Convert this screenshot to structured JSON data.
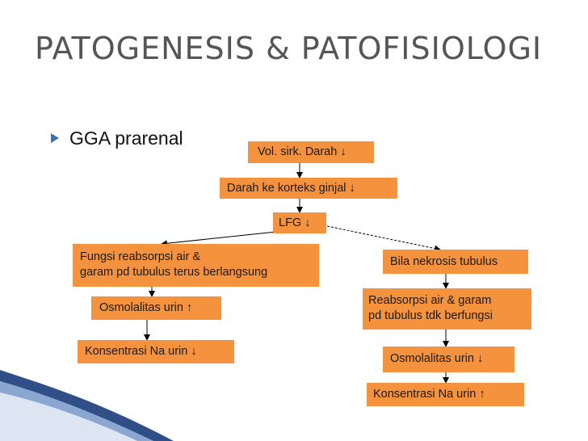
{
  "slide": {
    "title": "PATOGENESIS & PATOFISIOLOGI",
    "bullet_text": "GGA prarenal"
  },
  "nodes": {
    "vol_sirk": "Vol. sirk. Darah ↓",
    "darah_korteks": "Darah ke korteks ginjal ↓",
    "lfg": "LFG ↓",
    "fungsi_reabsorpsi_line1": "Fungsi reabsorpsi air &",
    "fungsi_reabsorpsi_line2": "garam pd tubulus terus berlangsung",
    "osmolalitas_naik": "Osmolalitas urin ↑",
    "konsentrasi_na_turun": "Konsentrasi Na urin ↓",
    "bila_nekrosis": "Bila nekrosis tubulus",
    "reabsorpsi_tdk_line1": "Reabsorpsi air & garam",
    "reabsorpsi_tdk_line2": "pd tubulus tdk berfungsi",
    "osmolalitas_turun": "Osmolalitas urin ↓",
    "konsentrasi_na_naik": "Konsentrasi Na urin ↑"
  },
  "colors": {
    "box_fill": "#f5923e",
    "title_text": "#555555",
    "bullet_marker": "#3d6fb5",
    "arrow": "#000000"
  }
}
